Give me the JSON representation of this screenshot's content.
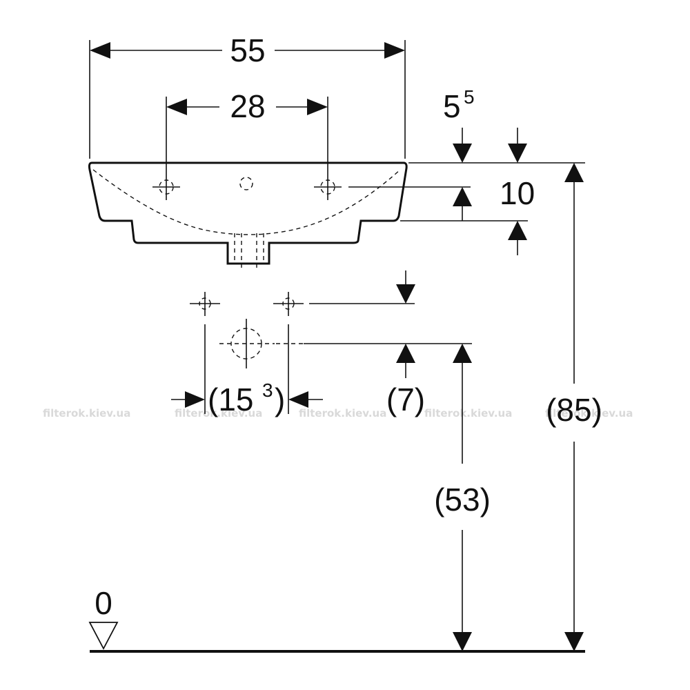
{
  "dimensions": {
    "overall_width": "55",
    "tap_hole_spacing": "28",
    "rim_offset_base": "5",
    "rim_offset_sup": "5",
    "basin_depth": "10",
    "waste_spacing_open": "(15",
    "waste_spacing_sup": "3",
    "waste_spacing_close": ")",
    "supply_offset": "(7)",
    "waste_height": "(53)",
    "rim_height": "(85)",
    "floor_level": "0"
  },
  "watermarks": [
    "filterok.kiev.ua",
    "filterok.kiev.ua",
    "filterok.kiev.ua",
    "filterok.kiev.ua",
    "filterok.kiev.ua"
  ],
  "colors": {
    "line": "#111111",
    "watermark": "#d9d9d9",
    "background": "#ffffff"
  }
}
